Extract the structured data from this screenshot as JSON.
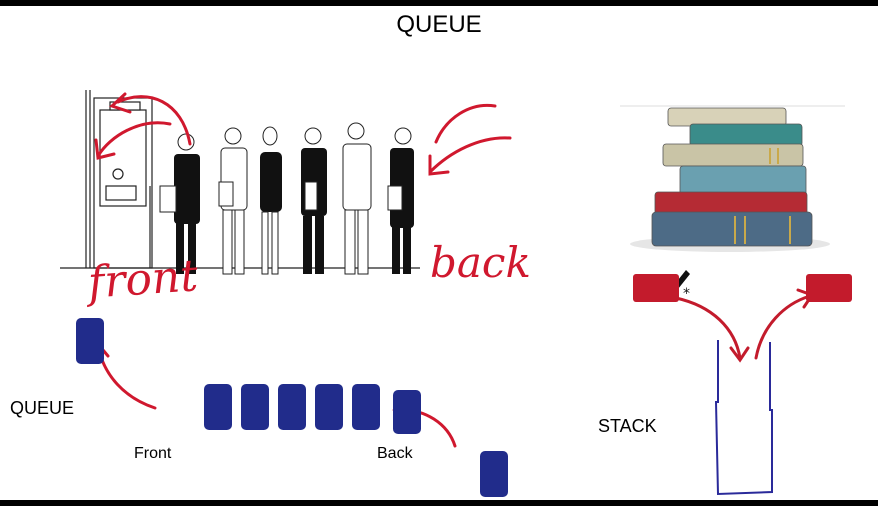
{
  "title": "QUEUE",
  "queue_diagram": {
    "label": "QUEUE",
    "front_label": "Front",
    "back_label": "Back"
  },
  "illustration": {
    "annotation_front": "front",
    "annotation_back": "back"
  },
  "stack_diagram": {
    "label": "STACK"
  },
  "colors": {
    "card": "#212c8b",
    "stack_item": "#c31b2c",
    "annotation": "#d0182e"
  },
  "icons": [
    "queue-of-people-cartoon",
    "stack-of-books-image",
    "pen-cursor-icon"
  ]
}
